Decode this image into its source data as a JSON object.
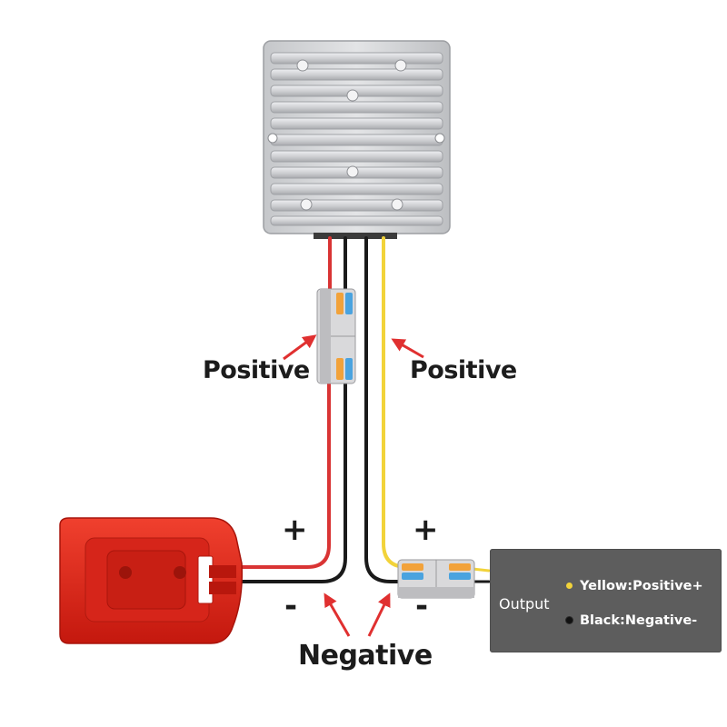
{
  "labels": {
    "positive_left": "Positive",
    "positive_right": "Positive",
    "negative": "Negative",
    "plus_left": "+",
    "plus_right": "+",
    "minus_left": "-",
    "minus_right": "-"
  },
  "output_box": {
    "title": "Output",
    "legend": [
      {
        "text": "Yellow:Positive+",
        "dot_color": "#f2d33a"
      },
      {
        "text": "Black:Negative-",
        "dot_color": "#111111"
      }
    ]
  },
  "colors": {
    "wire_red": "#d93434",
    "wire_black": "#1a1a1a",
    "wire_yellow": "#f2d33a",
    "arrow_red": "#e03030",
    "converter_silver": "#d6d7d9",
    "battery_red": "#e3281c"
  }
}
